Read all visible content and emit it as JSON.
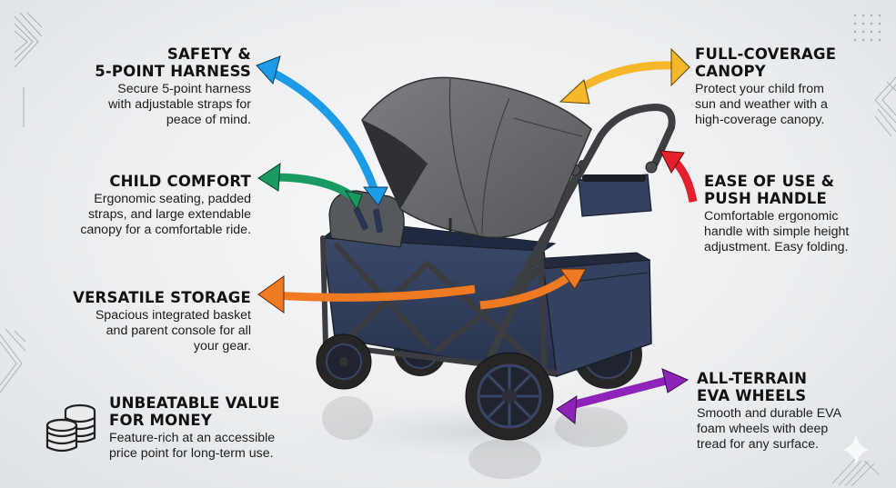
{
  "infographic": {
    "subject": "Stroller wagon feature callouts",
    "features": [
      {
        "id": "safety",
        "title_line1": "SAFETY &",
        "title_line2": "5-POINT HARNESS",
        "desc_lines": [
          "Secure 5-point harness",
          "with adjustable straps for",
          "peace of mind."
        ],
        "arrow_color": "#1e9be6"
      },
      {
        "id": "comfort",
        "title_line1": "CHILD COMFORT",
        "desc_lines": [
          "Ergonomic seating, padded",
          "straps, and large extendable",
          "canopy for a comfortable ride."
        ],
        "arrow_color": "#1a9a63"
      },
      {
        "id": "storage",
        "title_line1": "VERSATILE STORAGE",
        "desc_lines": [
          "Spacious integrated basket",
          "and parent console for all",
          "your gear."
        ],
        "arrow_color": "#f07a22"
      },
      {
        "id": "value",
        "title_line1": "UNBEATABLE VALUE",
        "title_line2": "FOR MONEY",
        "desc_lines": [
          "Feature-rich at an accessible",
          "price point for long-term use."
        ],
        "icon": "coin-stack-icon"
      },
      {
        "id": "canopy",
        "title_line1": "FULL-COVERAGE",
        "title_line2": "CANOPY",
        "desc_lines": [
          "Protect your child from",
          "sun and weather with a",
          "high-coverage canopy."
        ],
        "arrow_color": "#f4b82a"
      },
      {
        "id": "handle",
        "title_line1": "EASE OF USE &",
        "title_line2": "PUSH HANDLE",
        "desc_lines": [
          "Comfortable ergonomic",
          "handle with simple height",
          "adjustment. Easy folding."
        ],
        "arrow_color": "#e2202e"
      },
      {
        "id": "wheels",
        "title_line1": "ALL-TERRAIN",
        "title_line2": "EVA WHEELS",
        "desc_lines": [
          "Smooth and durable EVA",
          "foam wheels with deep",
          "tread for any surface."
        ],
        "arrow_color": "#8d23b8"
      }
    ],
    "colors": {
      "wagon_body": "#2f3d5c",
      "canopy": "#6b6d70",
      "frame": "#3a3c3f",
      "tire": "#262626"
    }
  }
}
